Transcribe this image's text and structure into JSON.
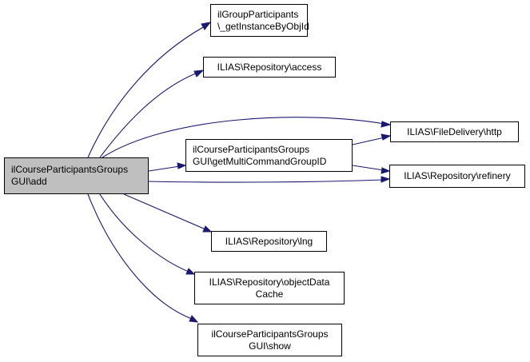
{
  "diagram": {
    "nodes": {
      "add": [
        "ilCourseParticipantsGroups",
        "GUI\\add"
      ],
      "getInstance": [
        "ilGroupParticipants",
        "\\_getInstanceByObjId"
      ],
      "access": [
        "ILIAS\\Repository\\access"
      ],
      "http": [
        "ILIAS\\FileDelivery\\http"
      ],
      "getMulti": [
        "ilCourseParticipantsGroups",
        "GUI\\getMultiCommandGroupID"
      ],
      "refinery": [
        "ILIAS\\Repository\\refinery"
      ],
      "lng": [
        "ILIAS\\Repository\\lng"
      ],
      "objectData": [
        "ILIAS\\Repository\\objectData",
        "Cache"
      ],
      "show": [
        "ilCourseParticipantsGroups",
        "GUI\\show"
      ]
    },
    "edges": [
      [
        "add",
        "getInstance"
      ],
      [
        "add",
        "access"
      ],
      [
        "add",
        "http"
      ],
      [
        "add",
        "getMulti"
      ],
      [
        "add",
        "refinery"
      ],
      [
        "add",
        "lng"
      ],
      [
        "add",
        "objectData"
      ],
      [
        "add",
        "show"
      ],
      [
        "getMulti",
        "http"
      ],
      [
        "getMulti",
        "refinery"
      ]
    ],
    "colors": {
      "edge": "#191970",
      "root_fill": "#bfbfbf",
      "node_fill": "#ffffff",
      "border": "#000000"
    }
  }
}
